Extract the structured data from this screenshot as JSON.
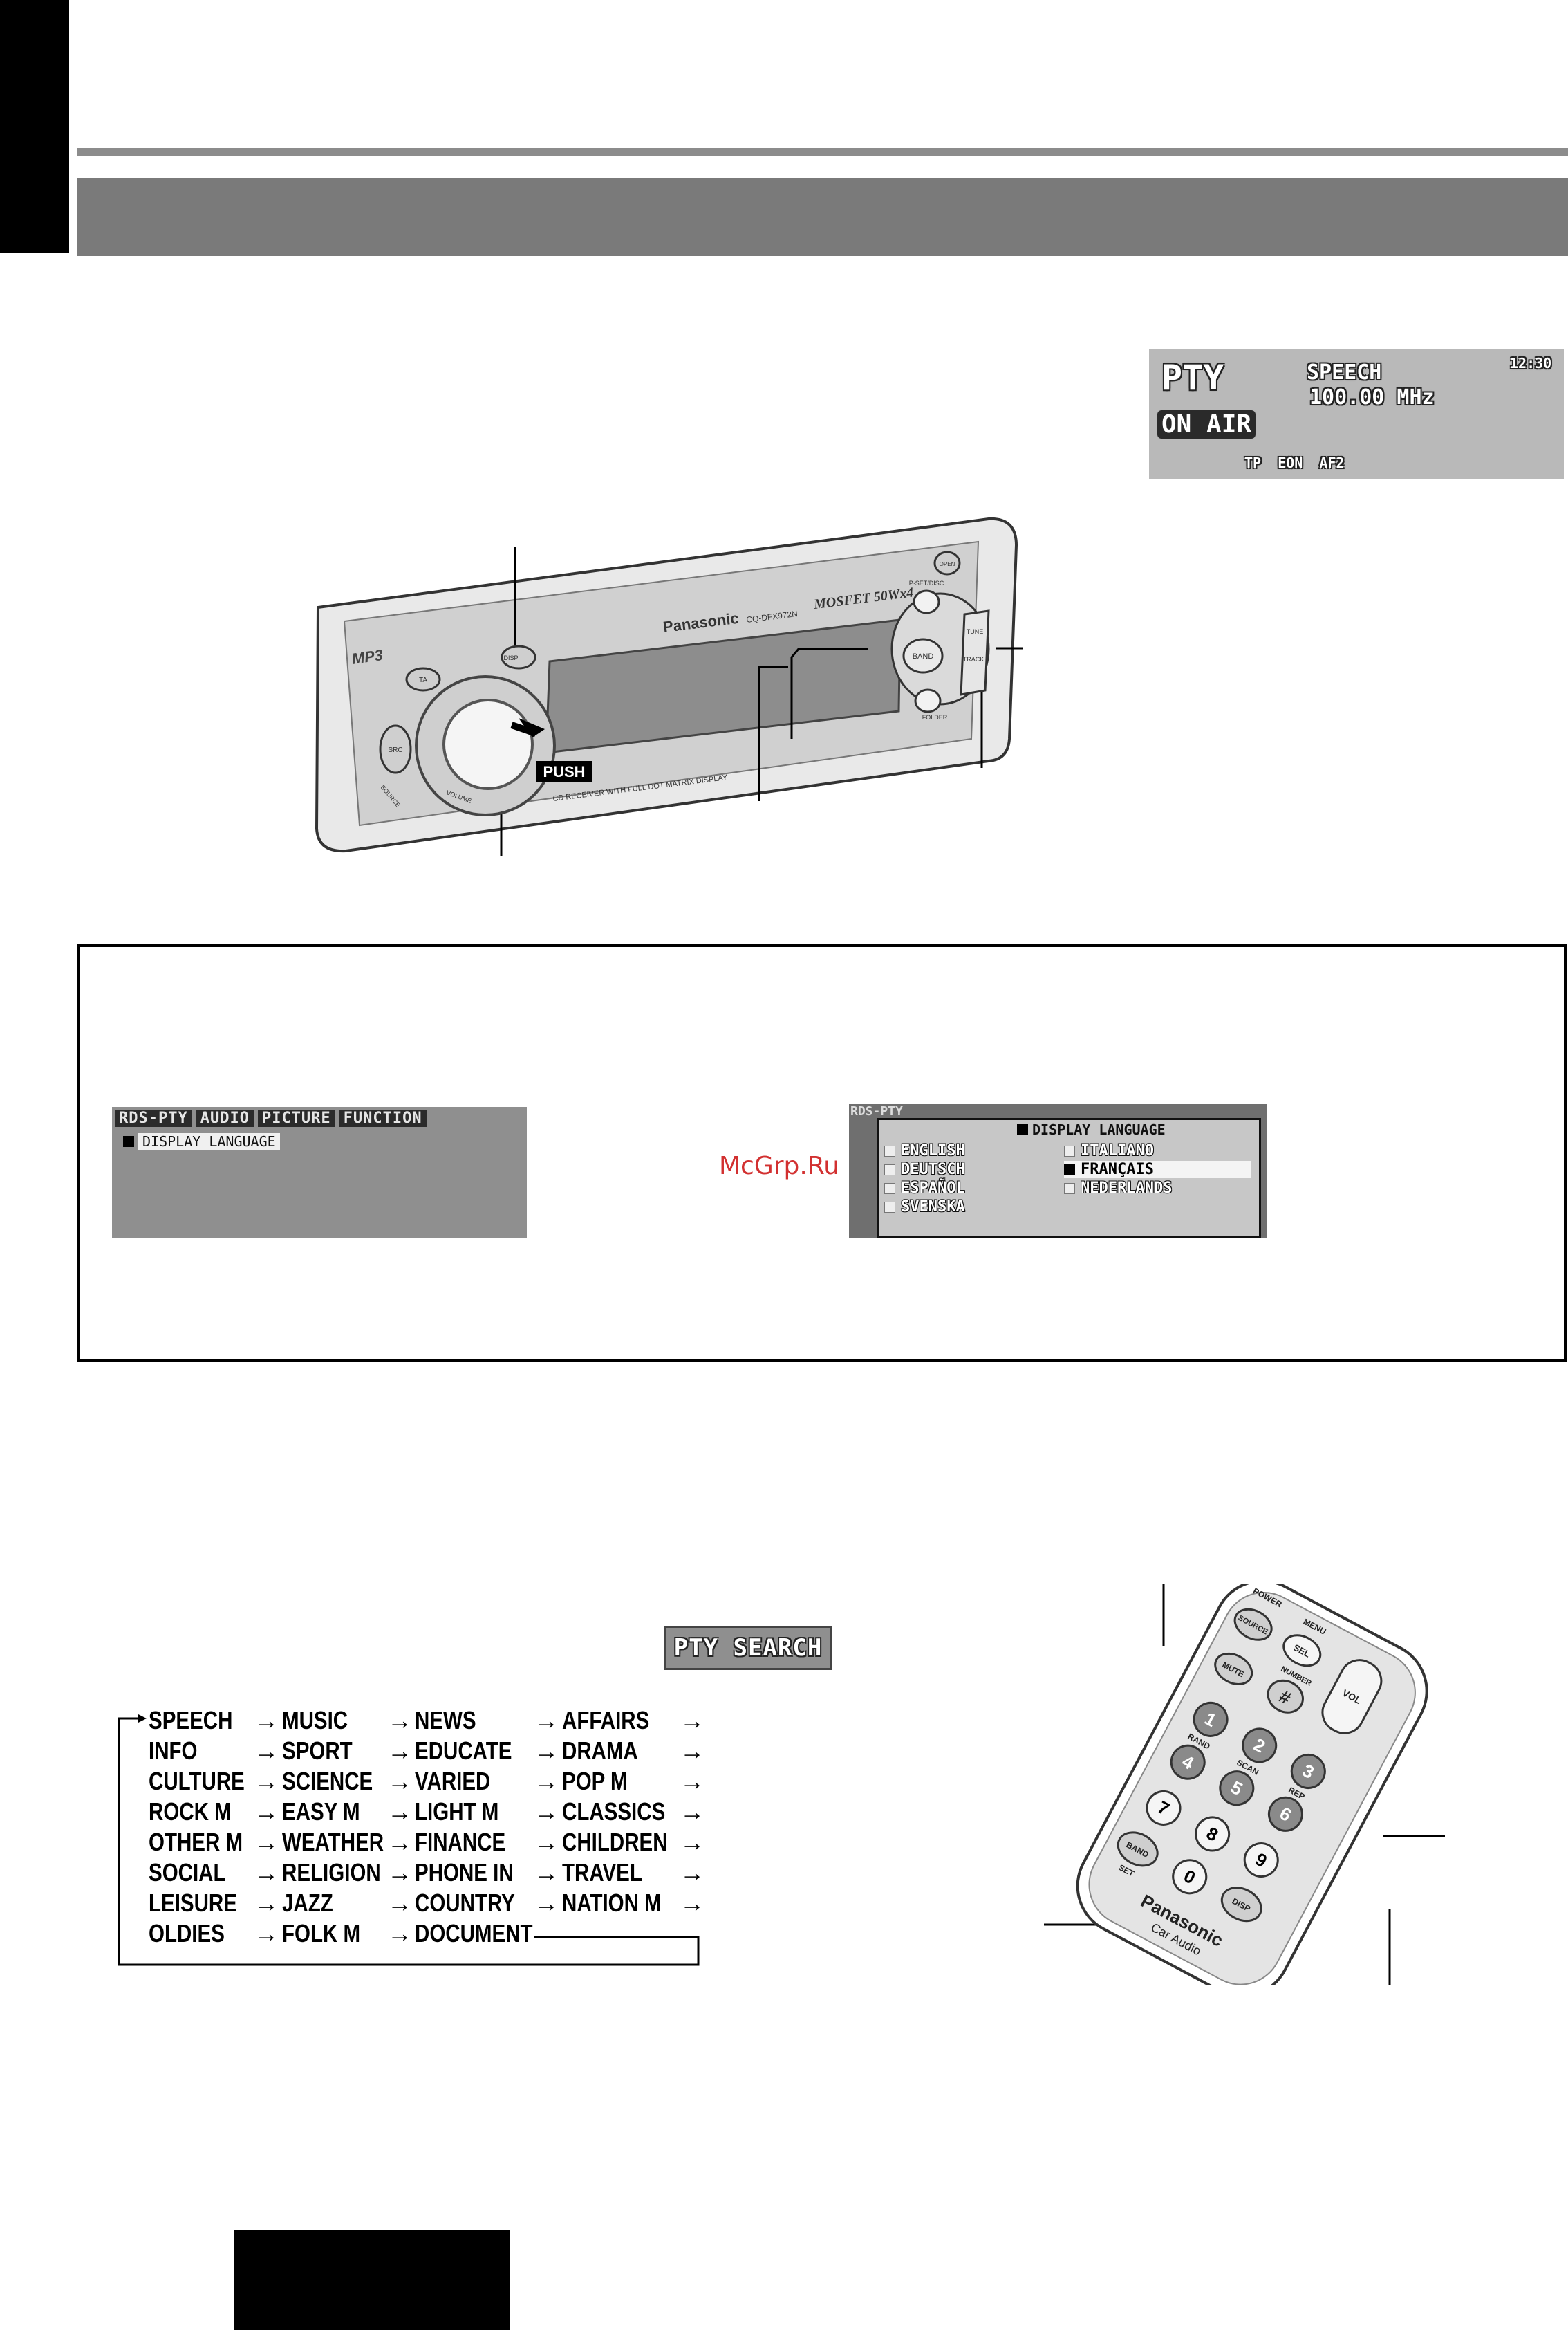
{
  "header": {},
  "lcd_pty": {
    "mode": "PTY",
    "program_type": "SPEECH",
    "frequency": "100.00 MHz",
    "clock": "12:30",
    "status": "ON AIR",
    "indicators": [
      "TP",
      "EON",
      "AF2"
    ]
  },
  "head_unit": {
    "brand": "Panasonic",
    "model": "CQ-DFX972N",
    "power_label": "MOSFET 50Wx4",
    "push_label": "PUSH",
    "tagline": "CD RECEIVER WITH FULL DOT MATRIX DISPLAY",
    "buttons": {
      "disp": "DISP",
      "ta": "TA",
      "src": "SRC",
      "mp3": "MP3",
      "band": "BAND",
      "tune": "TUNE",
      "track": "TRACK",
      "p_set_disc": "P·SET/DISC",
      "folder": "FOLDER",
      "open": "OPEN",
      "volume": "VOLUME",
      "source": "SOURCE"
    }
  },
  "menu_screen1": {
    "tabs": [
      "RDS-PTY",
      "AUDIO",
      "PICTURE",
      "FUNCTION"
    ],
    "item": "DISPLAY LANGUAGE"
  },
  "menu_screen2": {
    "header_fragment": "RDS-PTY",
    "title": "DISPLAY LANGUAGE",
    "languages_left": [
      "ENGLISH",
      "DEUTSCH",
      "ESPAÑOL",
      "SVENSKA"
    ],
    "languages_right": [
      "ITALIANO",
      "FRANÇAIS",
      "NEDERLANDS"
    ],
    "selected": "FRANÇAIS"
  },
  "watermark": "McGrp.Ru",
  "pty_search_badge": "PTY SEARCH",
  "pty_table": {
    "arrow": "→",
    "rows": [
      [
        "SPEECH",
        "MUSIC",
        "NEWS",
        "AFFAIRS"
      ],
      [
        "INFO",
        "SPORT",
        "EDUCATE",
        "DRAMA"
      ],
      [
        "CULTURE",
        "SCIENCE",
        "VARIED",
        "POP M"
      ],
      [
        "ROCK M",
        "EASY M",
        "LIGHT M",
        "CLASSICS"
      ],
      [
        "OTHER M",
        "WEATHER",
        "FINANCE",
        "CHILDREN"
      ],
      [
        "SOCIAL",
        "RELIGION",
        "PHONE IN",
        "TRAVEL"
      ],
      [
        "LEISURE",
        "JAZZ",
        "COUNTRY",
        "NATION M"
      ],
      [
        "OLDIES",
        "FOLK M",
        "DOCUMENT",
        ""
      ]
    ]
  },
  "remote": {
    "power": "POWER",
    "menu": "MENU",
    "sel": "SEL",
    "source": "SOURCE",
    "vol": "VOL",
    "mute": "MUTE",
    "number": "NUMBER",
    "hash": "#",
    "rand": "RAND",
    "scan": "SCAN",
    "rep": "REP",
    "digits": [
      "1",
      "2",
      "3",
      "4",
      "5",
      "6",
      "7",
      "8",
      "9",
      "0"
    ],
    "band": "BAND",
    "set": "SET",
    "disp": "DISP",
    "brand": "Panasonic",
    "sub": "Car Audio"
  }
}
